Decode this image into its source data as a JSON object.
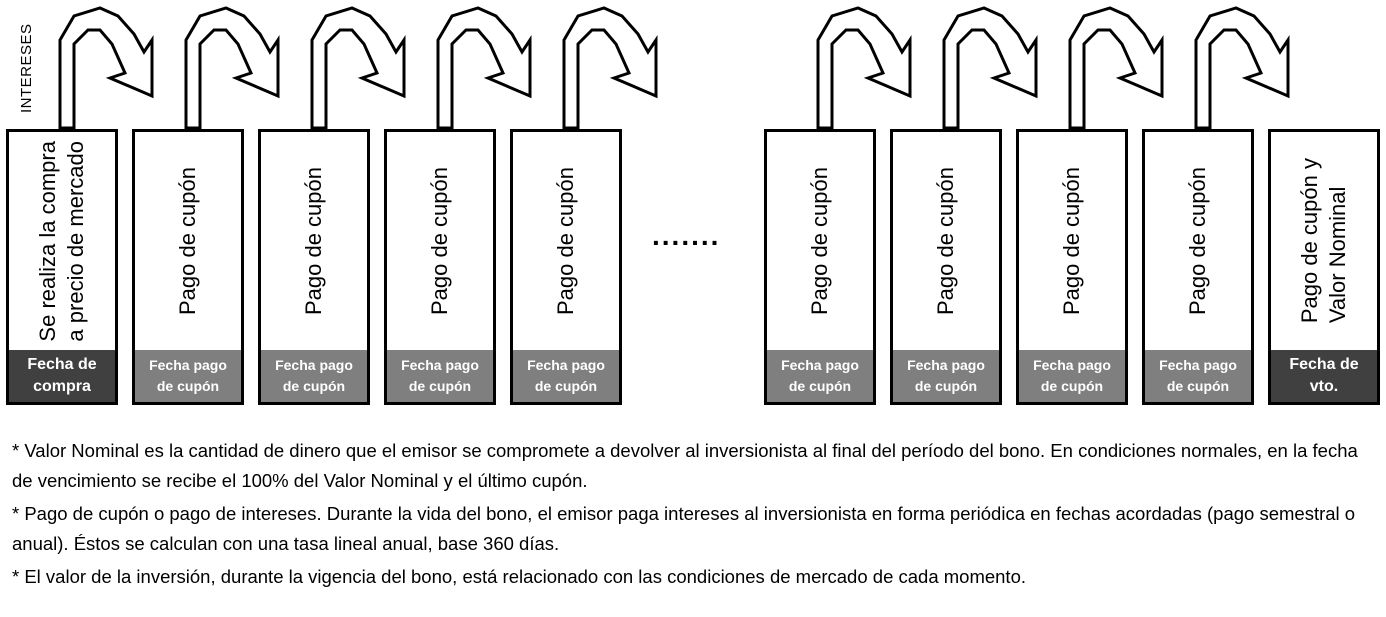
{
  "side_label": "INTERESES",
  "ellipsis": ".......",
  "boxes": [
    {
      "text": "Se realiza la compra\na precio de mercado",
      "footer": "Fecha de\ncompra",
      "style": "dark",
      "arrow": true
    },
    {
      "text": "Pago de cupón",
      "footer": "Fecha pago\nde cupón",
      "style": "mid",
      "arrow": true
    },
    {
      "text": "Pago de cupón",
      "footer": "Fecha pago\nde cupón",
      "style": "mid",
      "arrow": true
    },
    {
      "text": "Pago de cupón",
      "footer": "Fecha pago\nde cupón",
      "style": "mid",
      "arrow": true
    },
    {
      "text": "Pago de cupón",
      "footer": "Fecha pago\nde cupón",
      "style": "mid",
      "arrow": true
    },
    {
      "text": "Pago de cupón",
      "footer": "Fecha pago\nde cupón",
      "style": "mid",
      "arrow": true
    },
    {
      "text": "Pago de cupón",
      "footer": "Fecha pago\nde cupón",
      "style": "mid",
      "arrow": true
    },
    {
      "text": "Pago de cupón",
      "footer": "Fecha pago\nde cupón",
      "style": "mid",
      "arrow": true
    },
    {
      "text": "Pago de cupón",
      "footer": "Fecha pago\nde cupón",
      "style": "mid",
      "arrow": true
    },
    {
      "text": "Pago de cupón y\nValor Nominal",
      "footer": "Fecha de\nvto.",
      "style": "dark",
      "arrow": false
    }
  ],
  "notes": [
    "* Valor Nominal es la cantidad de dinero que el emisor se compromete a devolver al inversionista al final del período del bono. En condiciones normales, en la fecha de vencimiento se recibe el 100% del Valor Nominal y el último cupón.",
    "* Pago de cupón o pago de intereses. Durante la vida del bono, el emisor paga intereses al inversionista en forma periódica en fechas acordadas (pago semestral o anual). Éstos se calculan con una tasa lineal anual, base 360 días.",
    "* El valor de la inversión, durante la vigencia del bono, está relacionado con las condiciones de mercado de cada momento."
  ]
}
